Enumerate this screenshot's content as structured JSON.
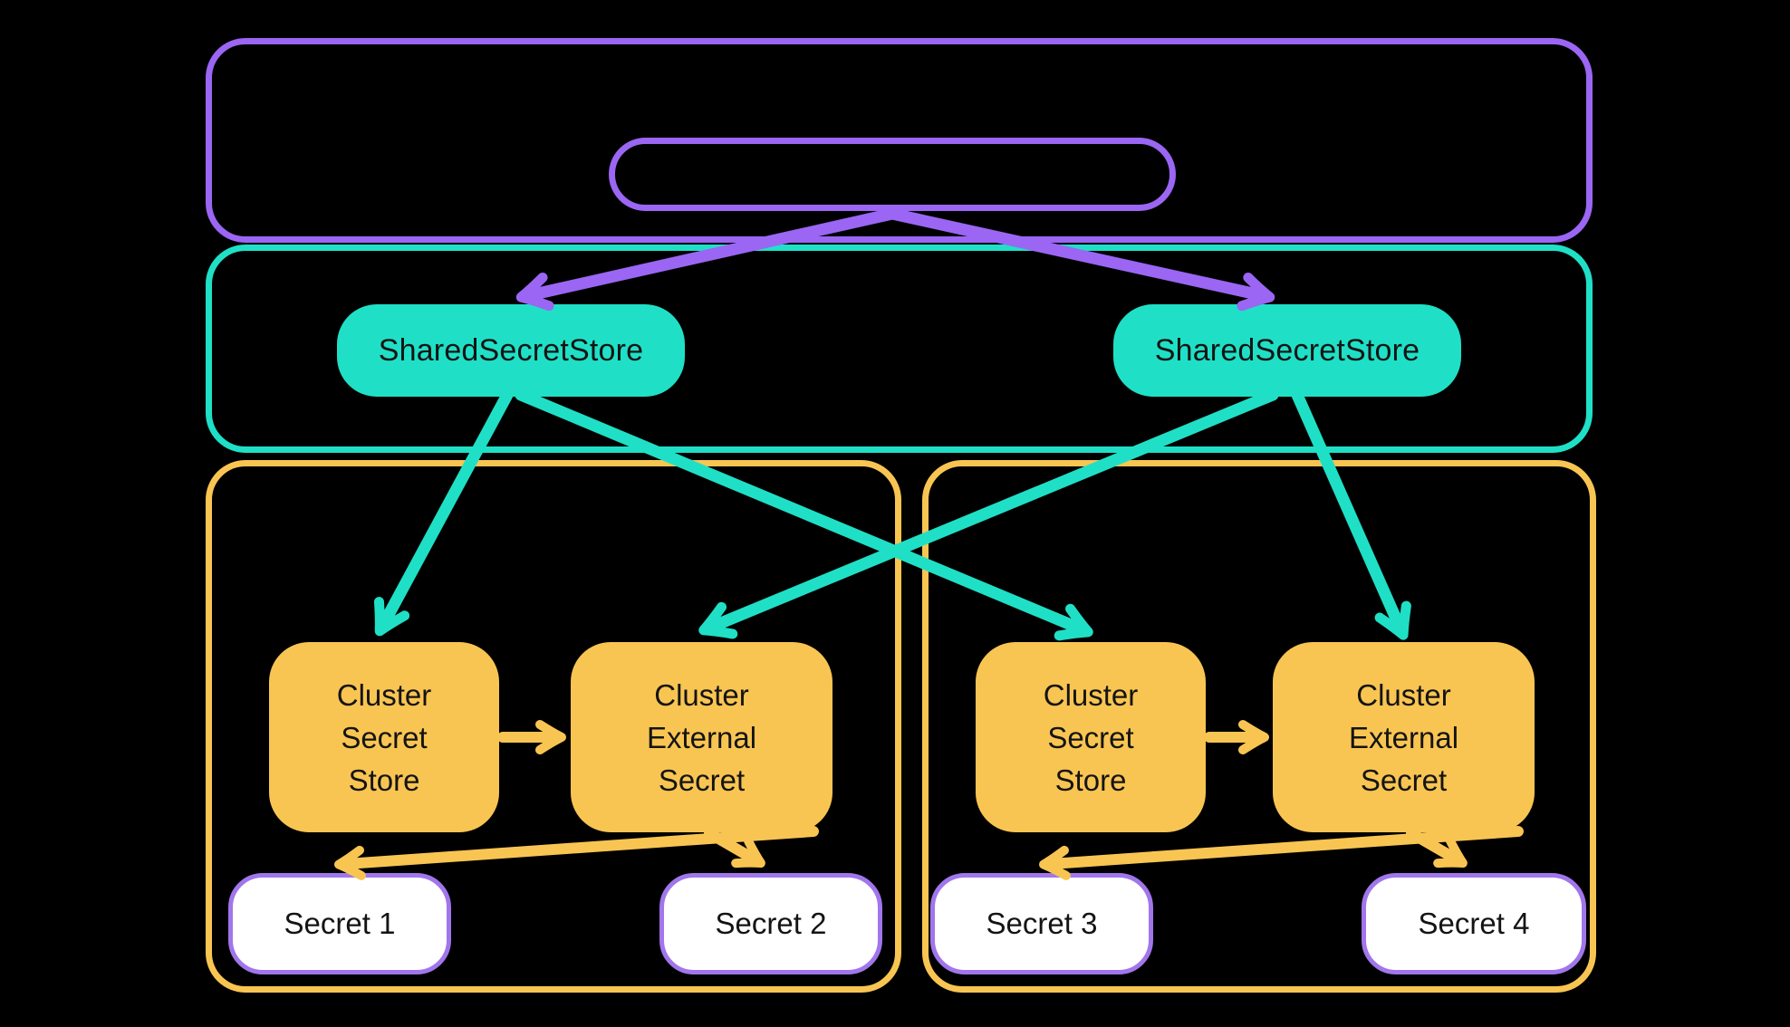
{
  "colors": {
    "background": "#000000",
    "purple": "#9B66F3",
    "teal": "#1FE0C6",
    "orange": "#F9C552",
    "secret_border": "#A176EC",
    "secret_fill": "#FFFFFF",
    "label_text": "#141414"
  },
  "shared_secret_stores": [
    {
      "label": "SharedSecretStore"
    },
    {
      "label": "SharedSecretStore"
    }
  ],
  "clusters": [
    {
      "secret_store": {
        "lines": [
          "Cluster",
          "Secret",
          "Store"
        ]
      },
      "external_secret": {
        "lines": [
          "Cluster",
          "External",
          "Secret"
        ]
      },
      "secrets": [
        {
          "label": "Secret 1"
        },
        {
          "label": "Secret 2"
        }
      ]
    },
    {
      "secret_store": {
        "lines": [
          "Cluster",
          "Secret",
          "Store"
        ]
      },
      "external_secret": {
        "lines": [
          "Cluster",
          "External",
          "Secret"
        ]
      },
      "secrets": [
        {
          "label": "Secret 3"
        },
        {
          "label": "Secret 4"
        }
      ]
    }
  ]
}
